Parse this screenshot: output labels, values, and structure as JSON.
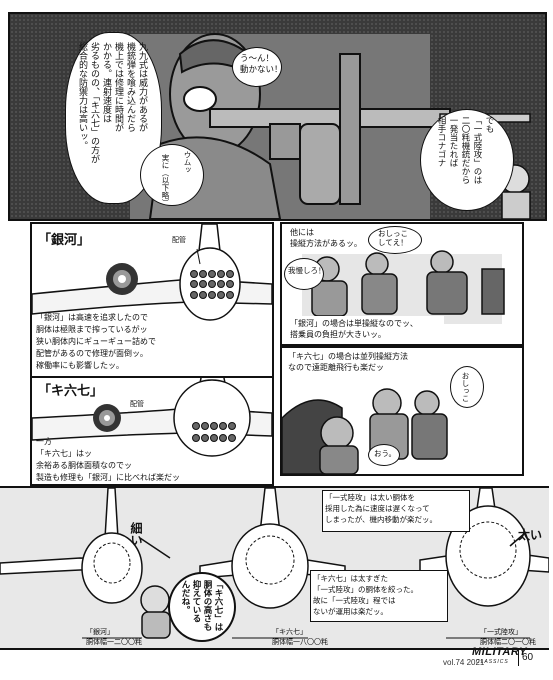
{
  "top_panel": {
    "balloon_left": "九九式は威力があるが\n機銃弾を喰み込んだら\n機上では修理に時間が\nかかる。連射速度は\n劣るものの、「キ六七」の方が\n総合的な防禦力は高いッ。",
    "shout": "う〜ん！\n動かない！",
    "mutter_1": "ウムッ",
    "mutter_2": "実に（以下略）",
    "balloon_right": "でも\n「一式陸攻」のは\n二〇粍機銃だから\n一発当たれば\n相手コナゴナ"
  },
  "ginga_panel": {
    "title": "「銀河」",
    "pipe_label": "配管",
    "body": "「銀河」は高速を追求したので\n胴体は極限まで搾っているがッ\n狭い胴体内にギューギュー詰めで\n配管があるので修理が面倒ッ。\n稼働率にも影響したッ。"
  },
  "ki67_panel": {
    "title": "「キ六七」",
    "pipe_label": "配管",
    "body": "一方\n「キ六七」はッ\n余裕ある胴体面積なのでッ\n製造も修理も「銀河」に比べれば楽だッ"
  },
  "crew_panel_top": {
    "caption": "他には\n操縦方法があるッ。",
    "speech_1": "おしっこ\nしてえ！",
    "speech_2": "我慢しろ！",
    "caption_bottom": "「銀河」の場合は単操縦なのでッ、\n搭乗員の負担が大きいッ。"
  },
  "crew_panel_bottom": {
    "caption": "「キ六七」の場合は並列操縦方法\nなので遠距離飛行も楽だッ",
    "speech_1": "おしっこ",
    "speech_2": "おう。"
  },
  "bottom_panel": {
    "label_thin": "細い",
    "label_thick": "太い",
    "note_right": "「一式陸攻」は太い胴体を\n採用した為に速度は遅くなって\nしまったが、機内移動が楽だッ。",
    "note_center": "「キ六七」は太すぎた\n「一式陸攻」の胴体を絞った。\n故に「一式陸攻」程では\nないが運用は楽だッ。",
    "shout": "「キ六七」は\n胴体の高さも\n抑えている\nんだね。",
    "cap_ginga_name": "「銀河」",
    "cap_ginga_width": "胴体幅一二〇〇粍",
    "cap_ki67_name": "「キ六七」",
    "cap_ki67_width": "胴体幅一八〇〇粍",
    "cap_g4m_name": "「一式陸攻」",
    "cap_g4m_width": "胴体幅二〇一〇粍"
  },
  "footer": {
    "vol": "vol.74 2021",
    "brand": "MILITARY",
    "brand_sub": "CLASSICS",
    "page": "60"
  }
}
